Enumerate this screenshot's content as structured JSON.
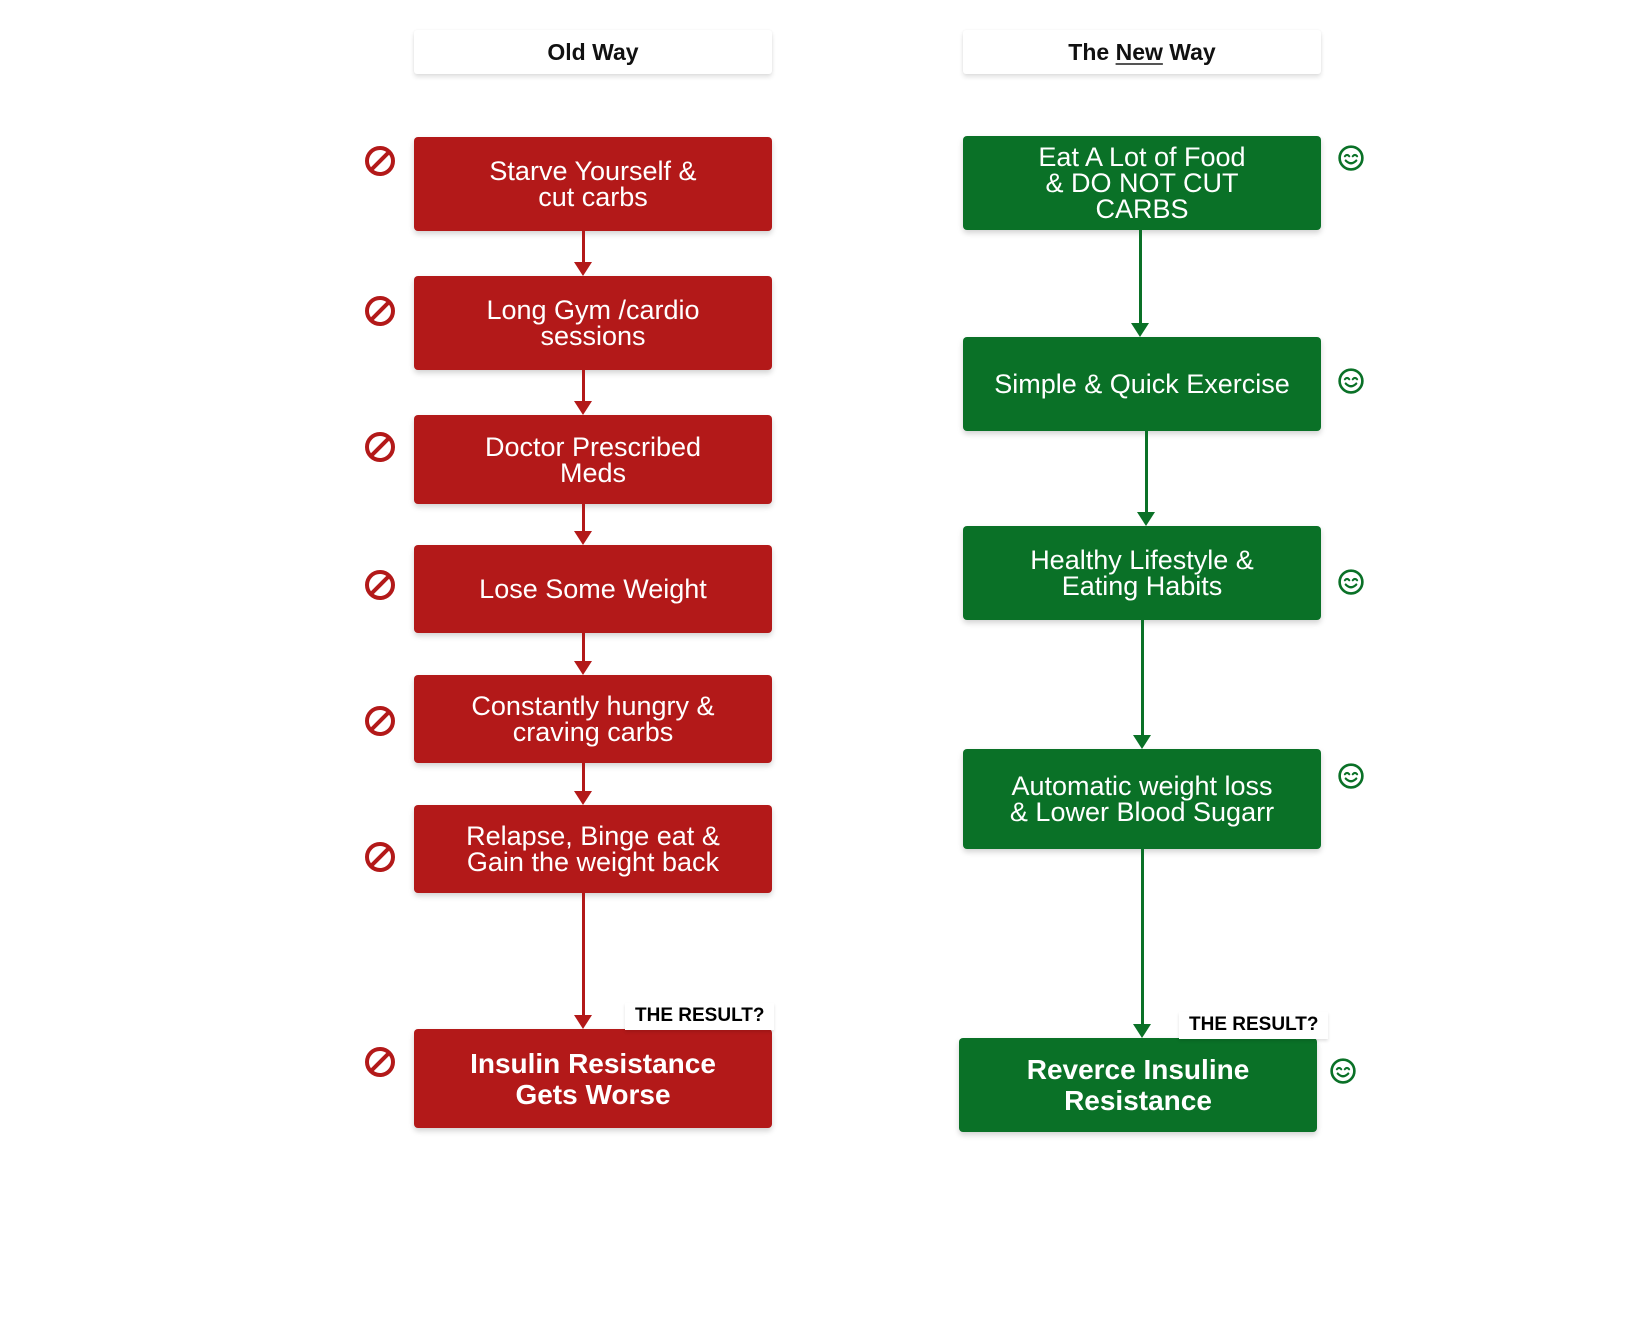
{
  "columns": {
    "old": {
      "title": "Old Way",
      "accent": "#b31919",
      "icon": "ban-icon",
      "steps": [
        "Starve Yourself &\ncut carbs",
        "Long Gym /cardio\nsessions",
        "Doctor Prescribed\nMeds",
        "Lose Some Weight",
        "Constantly hungry &\ncraving carbs",
        "Relapse, Binge eat &\nGain the weight back"
      ],
      "result_tag": "THE RESULT?",
      "result": "Insulin Resistance\nGets Worse"
    },
    "new": {
      "title_prefix": "The ",
      "title_emphasis": "New",
      "title_suffix": " Way",
      "accent": "#0a7127",
      "icon": "smile-icon",
      "steps": [
        "Eat A Lot of Food\n& DO NOT CUT\nCARBS",
        "Simple & Quick Exercise",
        "Healthy Lifestyle &\nEating Habits",
        "Automatic weight loss\n& Lower Blood Sugarr"
      ],
      "result_tag": "THE RESULT?",
      "result": "Reverce Insuline\nResistance"
    }
  }
}
